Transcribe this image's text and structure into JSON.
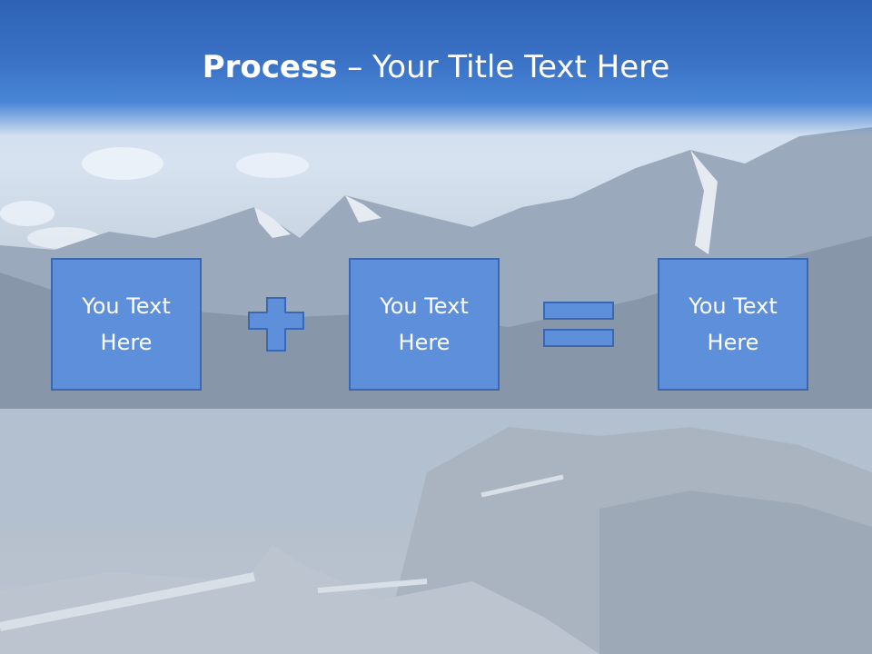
{
  "slide": {
    "title_bold": "Process",
    "title_rest": " – Your Title Text Here",
    "boxes": [
      {
        "label": "You Text Here"
      },
      {
        "label": "You Text Here"
      },
      {
        "label": "You Text Here"
      }
    ],
    "operators": [
      "plus-icon",
      "equals-icon"
    ],
    "colors": {
      "title_band": "#3a72c6",
      "box_fill": "#5d8fdb",
      "box_border": "#3a67b0",
      "text": "#ffffff"
    }
  }
}
